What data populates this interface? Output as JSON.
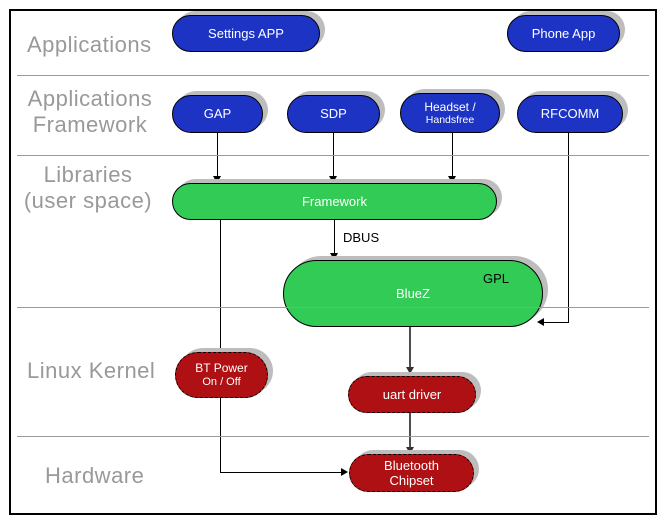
{
  "colors": {
    "blue": "#1d33c4",
    "green": "#32cb55",
    "red": "#af1013",
    "label_gray": "#999999",
    "shadow": "#bdbdbd"
  },
  "layers": {
    "applications": {
      "label": "Applications"
    },
    "app_framework": {
      "line1": "Applications",
      "line2": "Framework"
    },
    "libraries": {
      "line1": "Libraries",
      "line2": "(user space)"
    },
    "kernel": {
      "label": "Linux Kernel"
    },
    "hardware": {
      "label": "Hardware"
    }
  },
  "nodes": {
    "settings_app": {
      "label": "Settings APP"
    },
    "phone_app": {
      "label": "Phone App"
    },
    "gap": {
      "label": "GAP"
    },
    "sdp": {
      "label": "SDP"
    },
    "headset": {
      "line1": "Headset /",
      "line2": "Handsfree"
    },
    "rfcomm": {
      "label": "RFCOMM"
    },
    "framework": {
      "label": "Framework"
    },
    "bluez": {
      "label": "BlueZ",
      "badge": "GPL"
    },
    "bt_power": {
      "line1": "BT Power",
      "line2": "On / Off"
    },
    "uart_driver": {
      "label": "uart driver"
    },
    "bt_chipset": {
      "line1": "Bluetooth",
      "line2": "Chipset"
    }
  },
  "edges": {
    "dbus_label": "DBUS"
  }
}
